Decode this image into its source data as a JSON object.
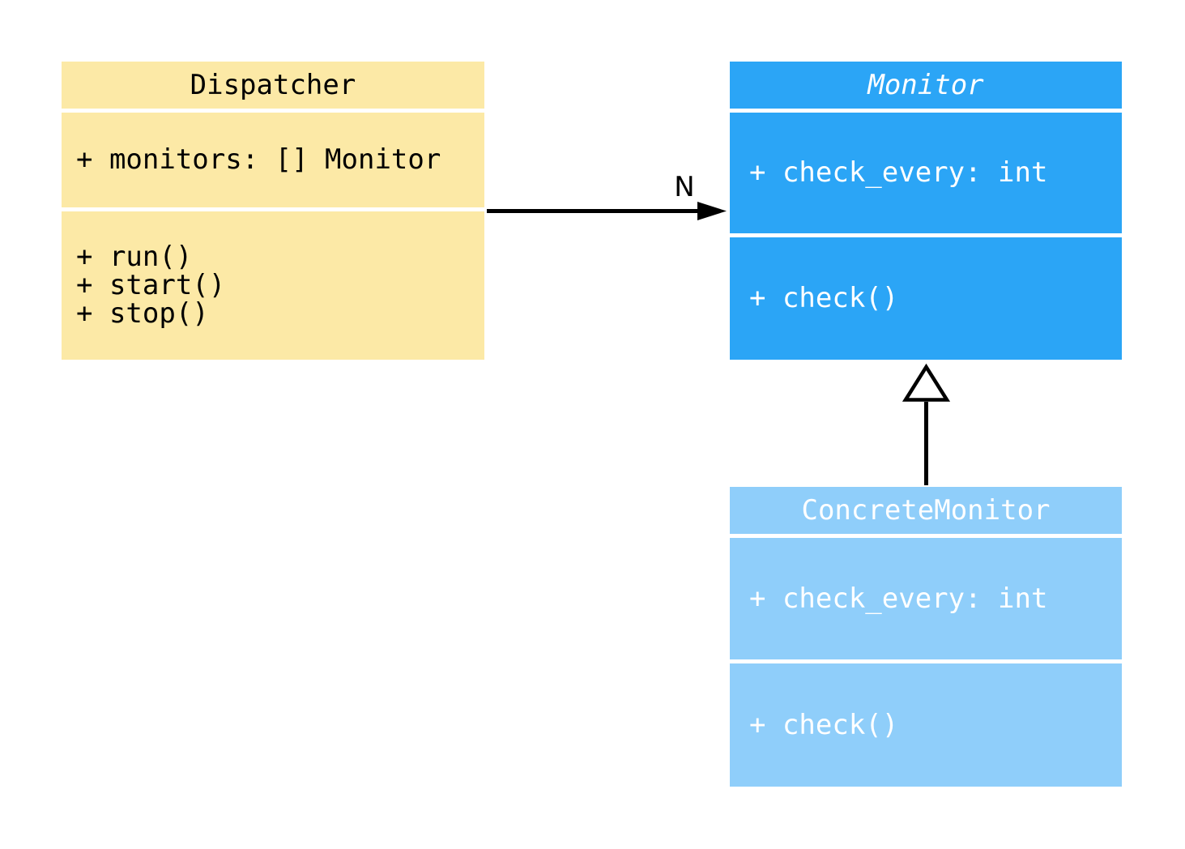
{
  "classes": {
    "dispatcher": {
      "name": "Dispatcher",
      "fill": "#fce9a6",
      "text_color": "#000000",
      "attributes": [
        "+ monitors: [] Monitor"
      ],
      "methods": [
        "+ run()",
        "+ start()",
        "+ stop()"
      ]
    },
    "monitor": {
      "name": "Monitor",
      "abstract": true,
      "fill": "#2ba5f6",
      "text_color": "#ffffff",
      "attributes": [
        "+ check_every: int"
      ],
      "methods": [
        "+ check()"
      ]
    },
    "concrete_monitor": {
      "name": "ConcreteMonitor",
      "fill": "#8fcefa",
      "text_color": "#ffffff",
      "attributes": [
        "+ check_every: int"
      ],
      "methods": [
        "+ check()"
      ]
    }
  },
  "relations": {
    "dispatcher_to_monitor": {
      "type": "directed-association",
      "label": "N",
      "line_color": "#000000"
    },
    "concrete_monitor_to_monitor": {
      "type": "inheritance-hollow-triangle",
      "line_color": "#000000"
    }
  }
}
